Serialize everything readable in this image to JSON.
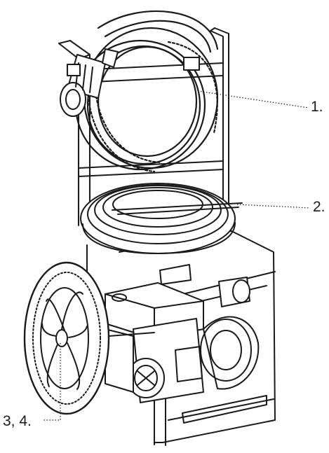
{
  "callouts": [
    {
      "id": "1",
      "text": "1."
    },
    {
      "id": "2",
      "text": "2."
    },
    {
      "id": "3-4",
      "text": "3, 4."
    }
  ],
  "colors": {
    "line": "#1a1a1a",
    "fill": "#ffffff",
    "shade": "#d9d9d9"
  }
}
